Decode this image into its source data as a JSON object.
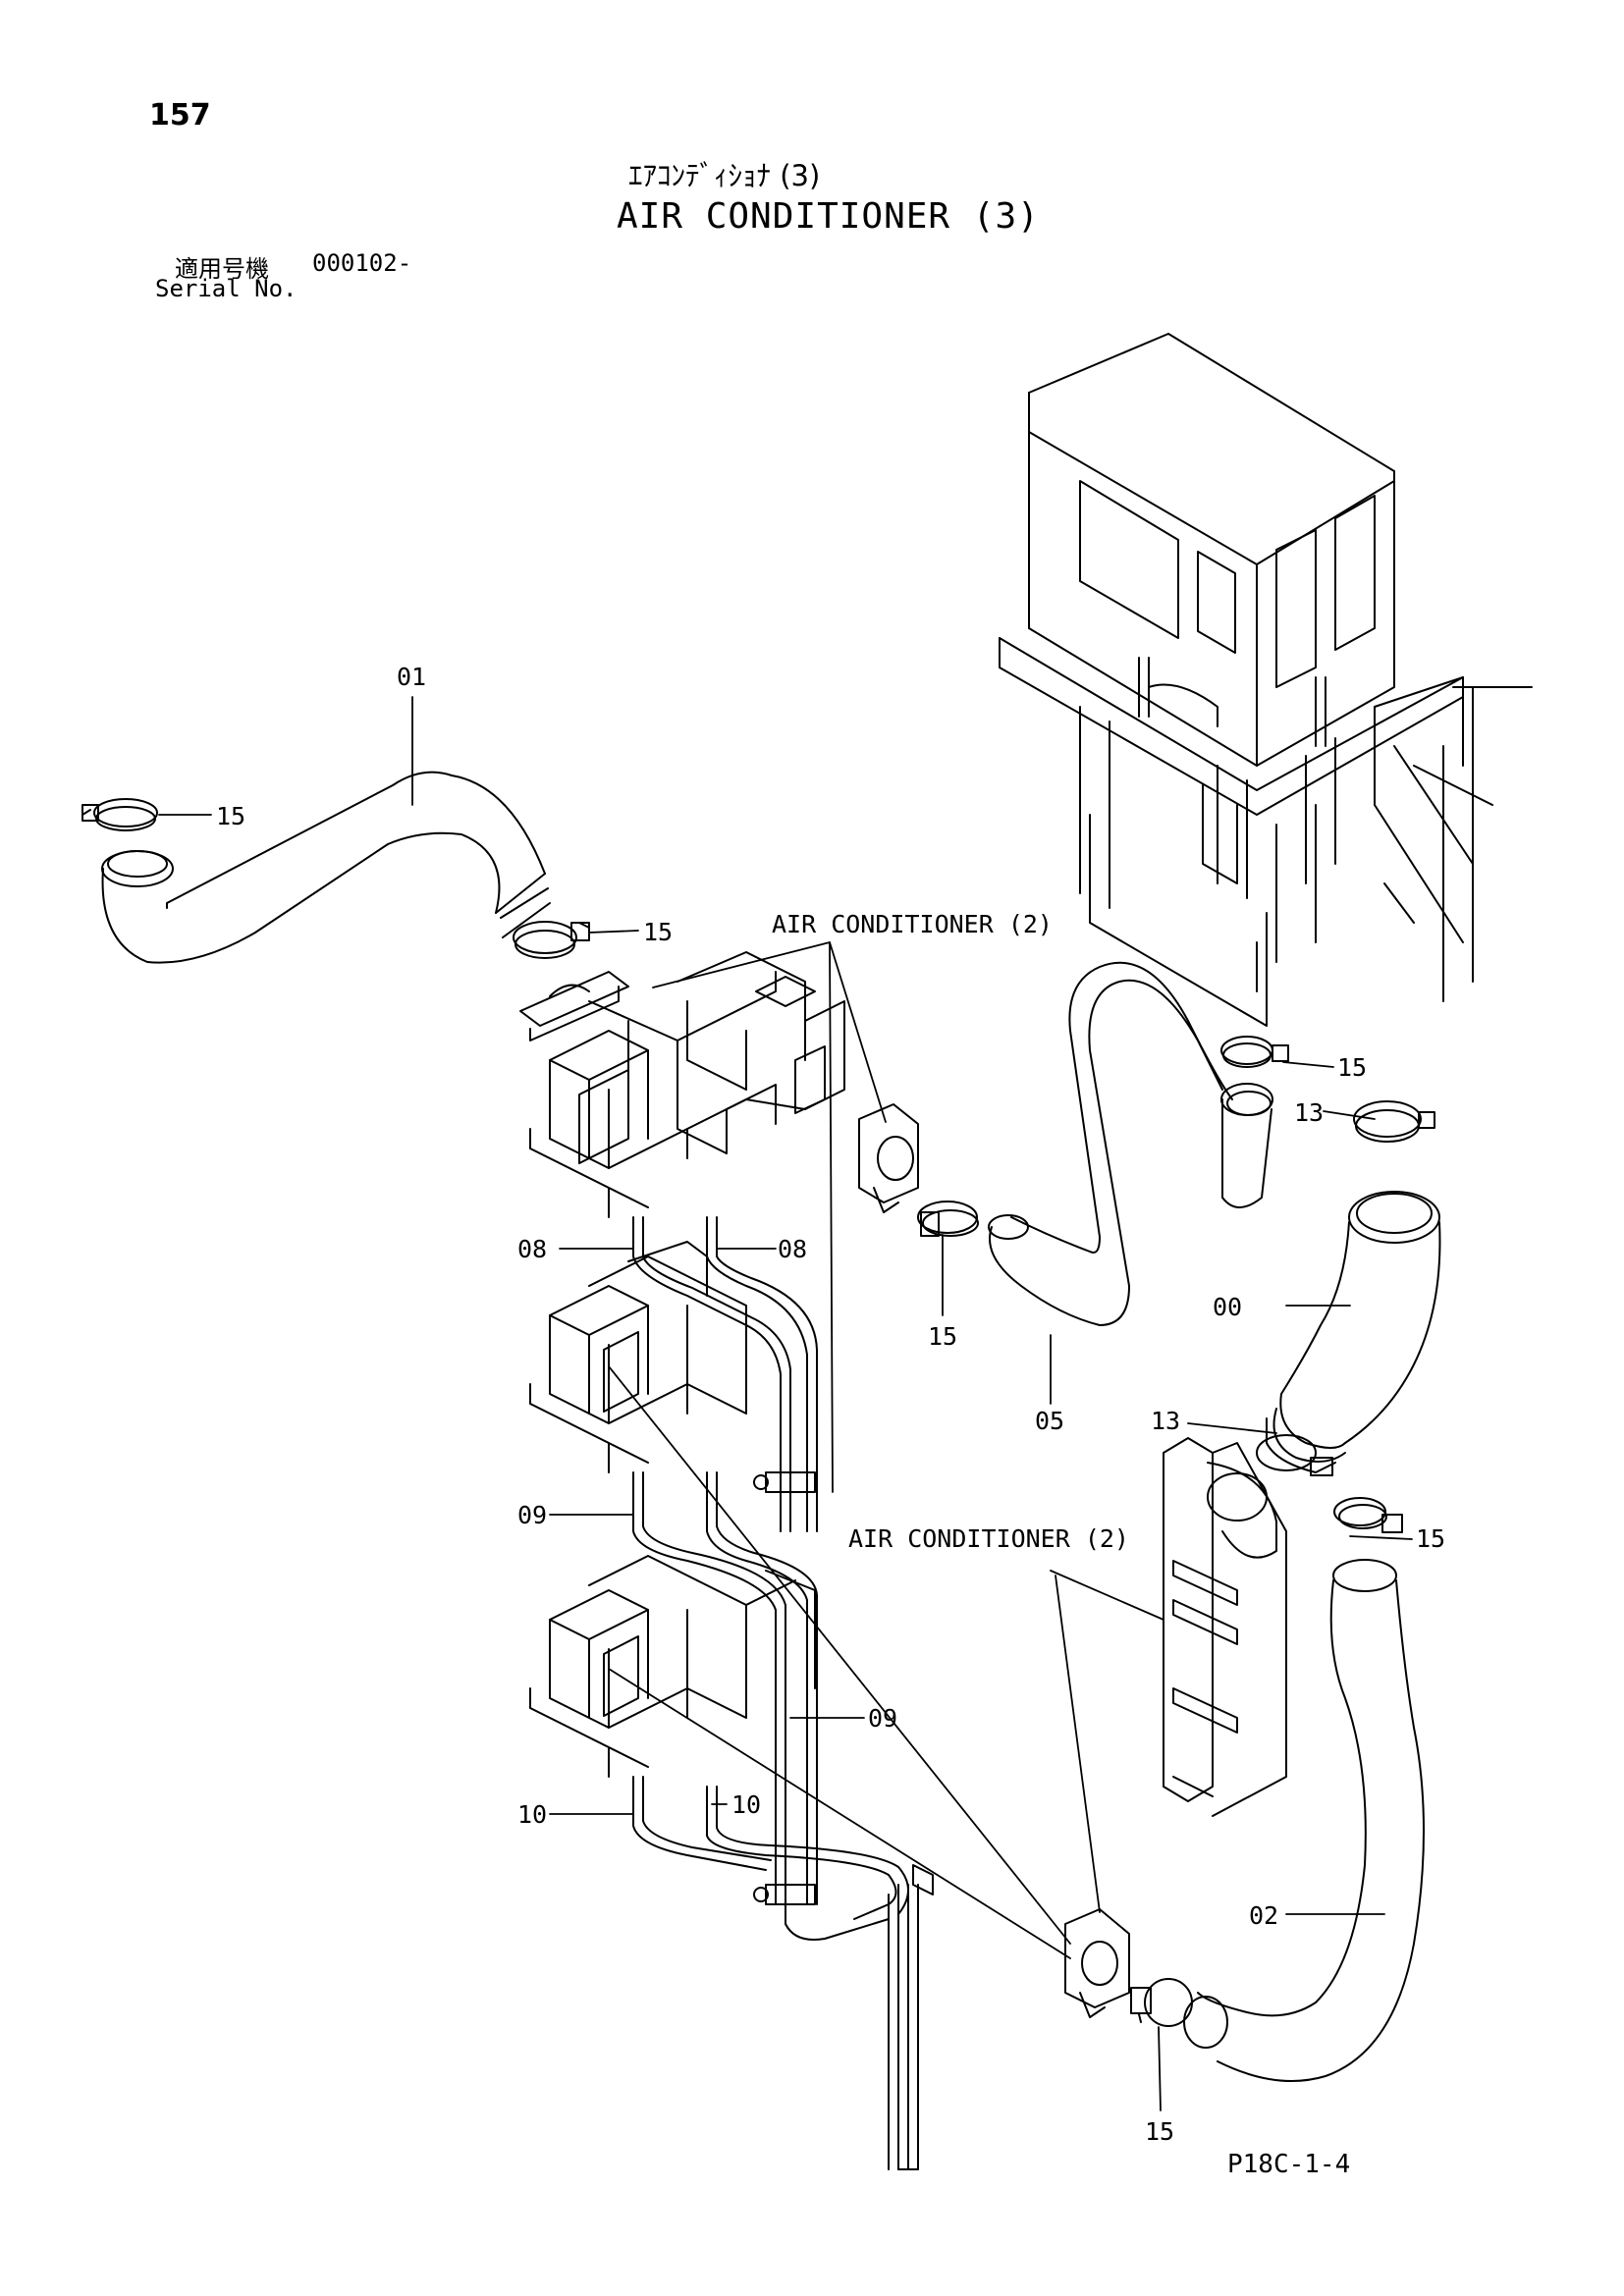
{
  "header": {
    "page_number": "157",
    "title_jp": "ｴｱｺﾝﾃﾞｨｼｮﾅ (3)",
    "title_en": "AIR CONDITIONER (3)",
    "serial_label_jp": "適用号機",
    "serial_value": "000102-",
    "serial_label_en": "Serial No."
  },
  "callouts": {
    "c01": "01",
    "c15a": "15",
    "c15b": "15",
    "ref_ac2_top": "AIR CONDITIONER (2)",
    "c15c": "15",
    "c13a": "13",
    "c08a": "08",
    "c08b": "08",
    "c15d": "15",
    "c00": "00",
    "c05": "05",
    "c13b": "13",
    "c09a": "09",
    "ref_ac2_bottom": "AIR CONDITIONER (2)",
    "c15e": "15",
    "c09b": "09",
    "c10a": "10",
    "c10b": "10",
    "c02": "02",
    "c15f": "15"
  },
  "footer": {
    "page_code": "P18C-1-4"
  }
}
